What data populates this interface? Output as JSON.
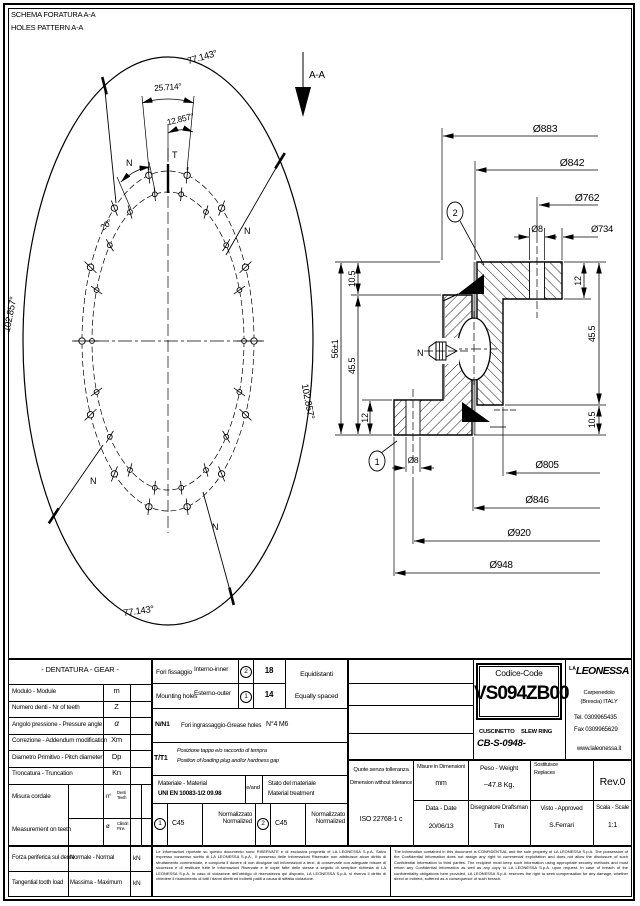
{
  "page": {
    "title_line1": "SCHEMA FORATURA  A-A",
    "title_line2": "HOLES PATTERN    A-A"
  },
  "plan": {
    "arc_top": "77.143°",
    "arc_bottom": "77.143°",
    "arc_left": "102.857°",
    "arc_right": "102.857°",
    "pitch_outer": "25.714°",
    "half_pitch": "12.857°",
    "pitch_inner": "20°",
    "t_label": "T",
    "n_label": "N",
    "outer_hole_count": 14,
    "inner_hole_count": 18
  },
  "section": {
    "label": "A-A",
    "top_dims": [
      "Ø883",
      "Ø842",
      "Ø762",
      "Ø8",
      "Ø734"
    ],
    "bottom_dims": [
      "Ø8",
      "Ø805",
      "Ø846",
      "Ø920",
      "Ø948"
    ],
    "left_dims": [
      "10.5",
      "56±1",
      "45.5",
      "12"
    ],
    "right_dims": [
      "12",
      "45.5",
      "10.5"
    ],
    "callout_outer": "1",
    "callout_inner": "2",
    "n_label": "N"
  },
  "gear_table": {
    "title": "- DENTATURA - GEAR -",
    "rows": [
      {
        "label": "Modulo - Module",
        "sym": "m"
      },
      {
        "label": "Numero denti - Nr of teeth",
        "sym": "Z"
      },
      {
        "label": "Angolo pressione - Pressure angle",
        "sym": "α"
      },
      {
        "label": "Correzione - Addendum modification",
        "sym": "Xm"
      },
      {
        "label": "Diametro Primitivo - Pitch diameter",
        "sym": "Dp"
      },
      {
        "label": "Troncatura  -  Truncation",
        "sym": "Kn"
      }
    ],
    "chordal_it": "Misura cordale",
    "chordal_en": "Measurement on teeth",
    "teeth_sym": "n°",
    "teeth_txt": "Denti\nTeeth",
    "pins_sym": "ø",
    "pins_txt": "Cilindri\nPins",
    "load_it": "Forza periferica sul dente",
    "load_en": "Tangential tooth load",
    "load_normal": "Normale - Normal",
    "load_max": "Massima - Maximum",
    "unit1": "kN",
    "unit2": "kN"
  },
  "holes_block": {
    "row1_it": "Fori fissaggio",
    "row1_type": "Interno-inner",
    "row1_num": "2",
    "row1_qty": "18",
    "row2_it": "Mounting holes",
    "row2_type": "Esterno-outer",
    "row2_num": "1",
    "row2_qty": "14",
    "spaced_it": "Equidistanti",
    "spaced_en": "Equally spaced",
    "grease_sym": "N/N1",
    "grease_it": "Fori ingrassaggio-Grease holes",
    "grease_val": "N°4  M6",
    "plug_sym": "T/T1",
    "plug_it": "Posizione tappo e/o raccordo di tempra",
    "plug_en": "Position of loading plug and/or hardness gap"
  },
  "material_block": {
    "header_it": "Materiale - Material",
    "header_norm": "UNI EN 10083-1/2 09.98",
    "and": "e/and",
    "state_it": "Stato del materiale",
    "state_en": "Material treatment",
    "m1_num": "1",
    "m1": "C45",
    "m1_treat": "Normalizzato\nNormalized",
    "m2_num": "2",
    "m2": "C45",
    "m2_treat": "Normalizzato\nNormalized"
  },
  "title_block": {
    "code_label": "Codice-Code",
    "code": "VS094ZB00",
    "type_it": "CUSCINETTO",
    "type_en": "SLEW RING",
    "type_code": "CB-S-0948-",
    "company": {
      "logo_prefix": "LA",
      "logo": "LEONESSA",
      "city": "Carpenedolo",
      "country": "(Brescia) ITALY",
      "tel": "Tel.  0309965435",
      "fax": "Fax  0309965629",
      "web": "www.laleonessa.it"
    },
    "tolerance_it": "Quote senza tolleranza",
    "tolerance_en": "Dimension without tolerance",
    "tolerance_std": "ISO 22768-1 c",
    "units_label": "Misure in Dimensioni",
    "units": "mm",
    "weight_label": "Peso - Weight",
    "weight": "~47.8 Kg.",
    "replaces_it": "Sostituisce",
    "replaces_en": "Replaces",
    "rev": "Rev.0",
    "date_label": "Data - Date",
    "date": "20/06/13",
    "draftsman_label": "Disegnatore Draftsman",
    "draftsman": "Tim",
    "approved_label": "Visto - Approved",
    "approved": "S.Ferrari",
    "scale_label": "Scala - Scale",
    "scale": "1:1"
  },
  "legal": {
    "it": "Le informazioni riportate su questo documento sono RISERVATE e di esclusiva proprietà di LA LEONESSA S.p.A. Salvo espresso consenso scritto di LA LEONESSA S.p.A., il possesso delle Informazioni Riservate non attribuisce alcun diritto di sfruttamento commerciale, e comporta il dovere di non divulgare tali Informazioni a terzi, di conservarle con adeguate misure di sicurezza e di restituire tutte le Informazioni Riservate e le copie fatte delle stesse a seguito di semplice richiesta di LA LEONESSA S.p.A. In caso di violazione dell'obbligo di riservatezza qui disposto, LA LEONESSA S.p.A. si riserva il diritto di chiedere il risarcimento di tutti i danni diretti ed indiretti patiti a causa di siffatta violazione.",
    "en": "The information contained in this document is CONFIDENTIAL and the sole property of LA LEONESSA S.p.A. The possession of the Confidential Information does not assign any right to commercial exploitation and does not allow the disclosure of such Confidential Information to third parties. The recipient must keep such Information using appropriate security methods and must return any Confidential Information as well as any copy to LA LEONESSA S.p.A. upon request. In case of breach of the confidentiality obligations here provided, LA LEONESSA S.p.A. reserves the right to seek compensation for any damage, whether direct or indirect, suffered as a consequence of such breach."
  }
}
